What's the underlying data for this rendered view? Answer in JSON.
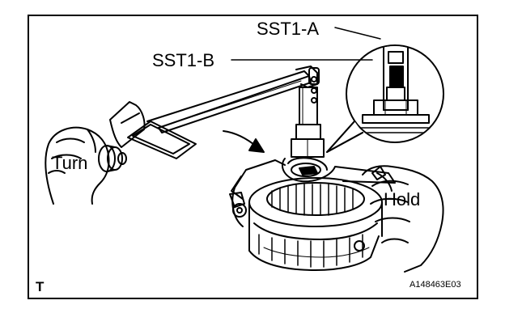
{
  "labels": {
    "sst1_a": "SST1-A",
    "sst1_b": "SST1-B",
    "turn": "Turn",
    "hold": "Hold"
  },
  "corner_mark": "T",
  "figure_code": "A148463E03",
  "colors": {
    "ink": "#000000",
    "paper": "#ffffff"
  }
}
